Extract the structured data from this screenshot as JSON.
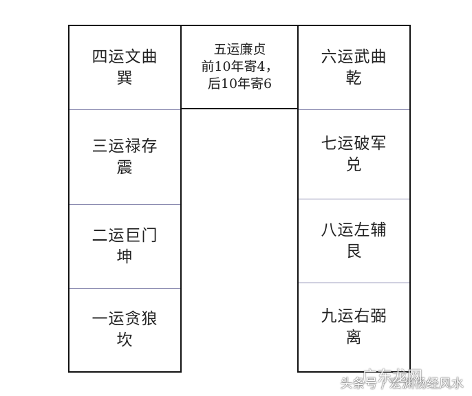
{
  "left_column": [
    {
      "name": "四运文曲",
      "trigram": "巽"
    },
    {
      "name": "三运禄存",
      "trigram": "震"
    },
    {
      "name": "二运巨门",
      "trigram": "坤"
    },
    {
      "name": "一运贪狼",
      "trigram": "坎"
    }
  ],
  "center": {
    "line1": "五运廉贞",
    "line2": "前10年寄4，",
    "line3": "后10年寄6"
  },
  "right_column": [
    {
      "name": "六运武曲",
      "trigram": "乾"
    },
    {
      "name": "七运破军",
      "trigram": "兑"
    },
    {
      "name": "八运左辅",
      "trigram": "艮"
    },
    {
      "name": "九运右弼",
      "trigram": "离"
    }
  ],
  "watermark": {
    "prefix": "头条号 / 宏渊杨经风水",
    "logo_text": "广东龙网"
  },
  "colors": {
    "border": "#111111",
    "divider": "#8a8ab0",
    "text": "#222222"
  }
}
